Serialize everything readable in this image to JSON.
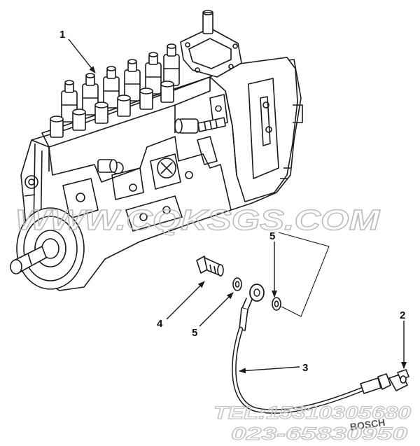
{
  "callouts": [
    {
      "id": "1",
      "text": "1"
    },
    {
      "id": "2",
      "text": "2"
    },
    {
      "id": "3",
      "text": "3"
    },
    {
      "id": "4",
      "text": "4"
    },
    {
      "id": "5a",
      "text": "5"
    },
    {
      "id": "5b",
      "text": "5"
    }
  ],
  "watermark": {
    "site": "WWW.CQKSGS.COM",
    "tel": "TEL:15310305680",
    "phone": "023-65830950"
  },
  "stamp_text": "BOSCH",
  "colors": {
    "line": "#1a1a1a",
    "watermark_site": "#c9c9c9",
    "watermark_tel": "#d6d6d6"
  }
}
